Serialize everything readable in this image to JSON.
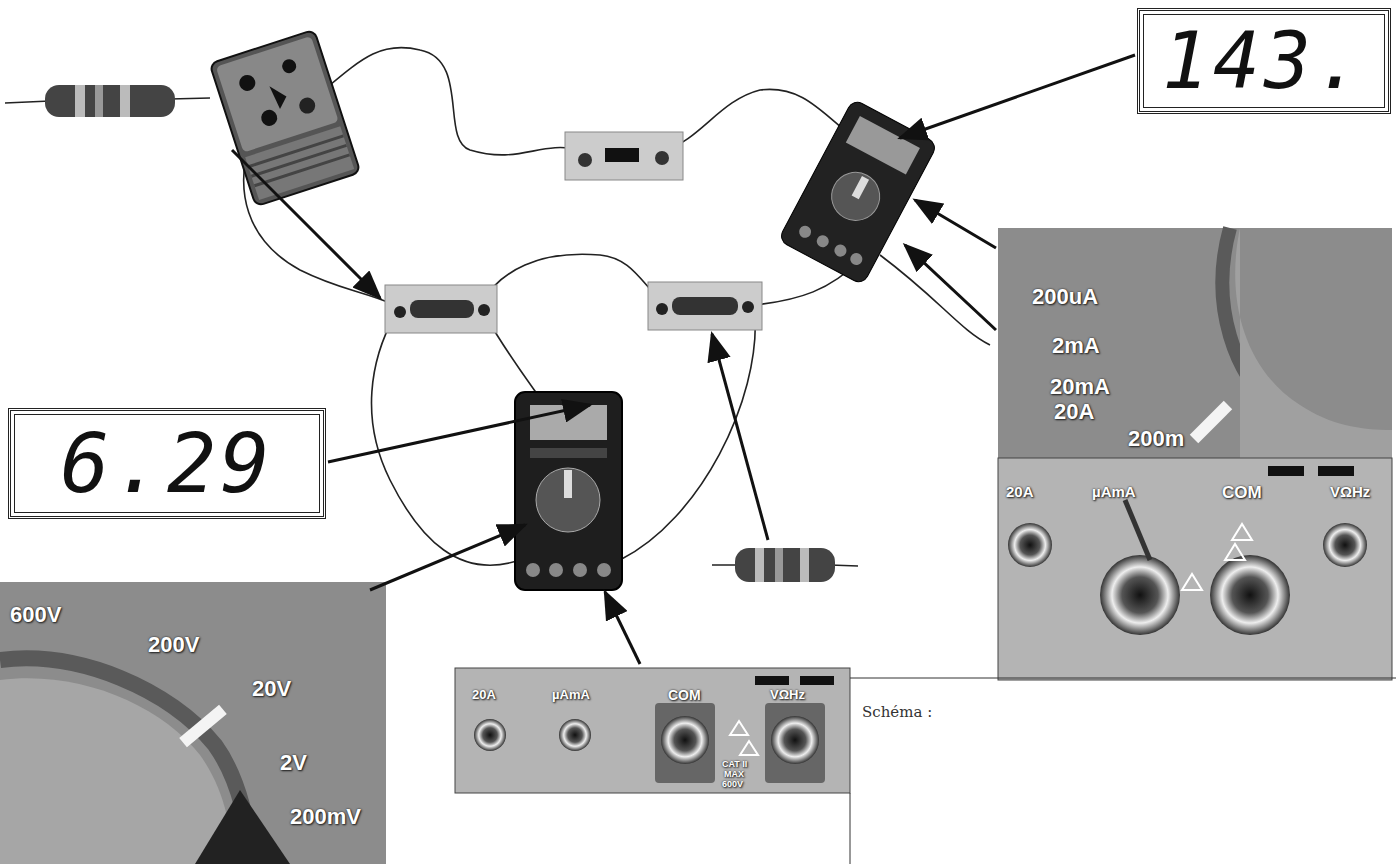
{
  "diagram": {
    "nodes": [
      {
        "text": [
          "143."
        ]
      },
      {
        "text": [
          "6.29"
        ]
      }
    ],
    "labels": [
      "200uA",
      "2mA",
      "20mA",
      "20A",
      "200m",
      "20A",
      "µAmA",
      "COM",
      "VΩHz",
      "600V",
      "200V",
      "20V",
      "2V",
      "200mV",
      "20A",
      "µAmA",
      "COM",
      "VΩHz",
      "CAT II",
      "MAX",
      "600V",
      "Schéma :"
    ]
  }
}
